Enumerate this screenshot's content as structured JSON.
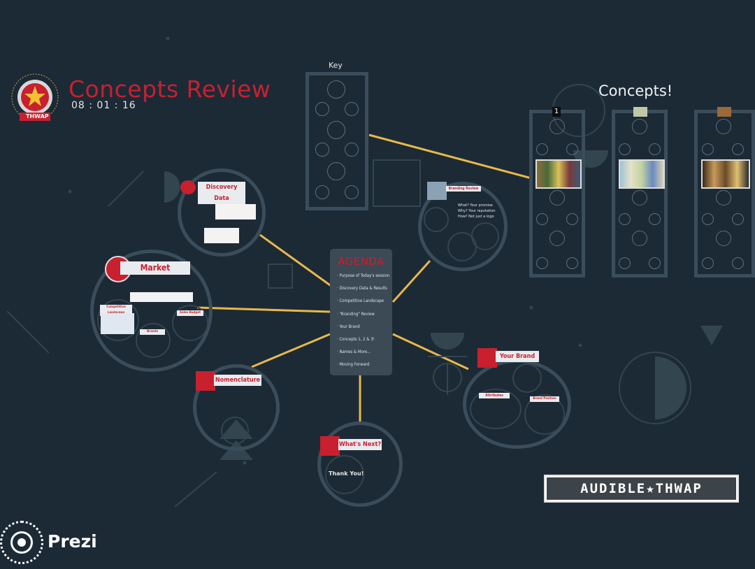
{
  "header": {
    "title": "Concepts Review",
    "date": "08 : 01 : 16",
    "badge_text": "THWAP"
  },
  "key": {
    "title": "Key"
  },
  "concepts": {
    "title": "Concepts!",
    "first_number": "1"
  },
  "agenda": {
    "title": "AGENDA",
    "items": [
      "Purpose of Today's session",
      "Discovery Data & Results",
      "Competitive Landscape",
      "\"Branding\" Review",
      "Your Brand",
      "Concepts 1, 2 & 3!",
      "Names & More...",
      "Moving Forward"
    ]
  },
  "nodes": {
    "discovery": "Discovery Data",
    "market": "Market",
    "competitive": "Competitive Landscape",
    "brands": "Brands",
    "sales": "Sales Budget",
    "nomenclature": "Nomenclature",
    "whats_next": "What's Next?",
    "thank_you": "Thank You!",
    "branding_review": "Branding Review",
    "your_brand": "Your Brand",
    "attributes": "Attributes",
    "brand_position": "Brand Position",
    "branding_lines": [
      "What? Your promise",
      "Why? Your reputation",
      "How? Not just a logo"
    ]
  },
  "footer": {
    "brand_logo": "AUDIBLE★THWAP",
    "prezi_label": "Prezi"
  },
  "colors": {
    "background": "#1c2a36",
    "accent": "#c8202f",
    "connector": "#e8b84a",
    "ring": "#3b4d5a"
  }
}
